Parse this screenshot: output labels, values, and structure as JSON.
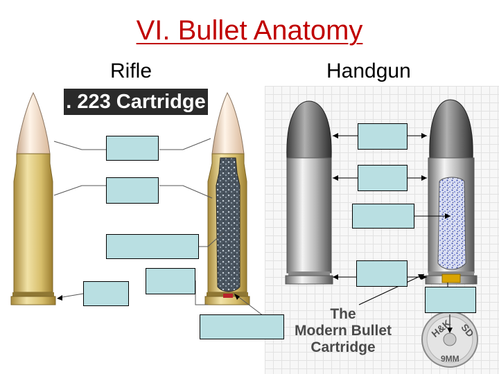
{
  "title": "VI. Bullet Anatomy",
  "columns": {
    "rifle": "Rifle",
    "handgun": "Handgun"
  },
  "rifle_banner": ". 223 Cartridge",
  "handgun_caption": [
    "The",
    "Modern Bullet",
    "Cartridge"
  ],
  "headstamp": {
    "brand": "H&K",
    "code": "SD",
    "caliber": "9MM"
  },
  "colors": {
    "title": "#c00000",
    "blank_box": "#b9dfe2",
    "brass": "#d8c27a",
    "banner": "#2a2a2a"
  }
}
